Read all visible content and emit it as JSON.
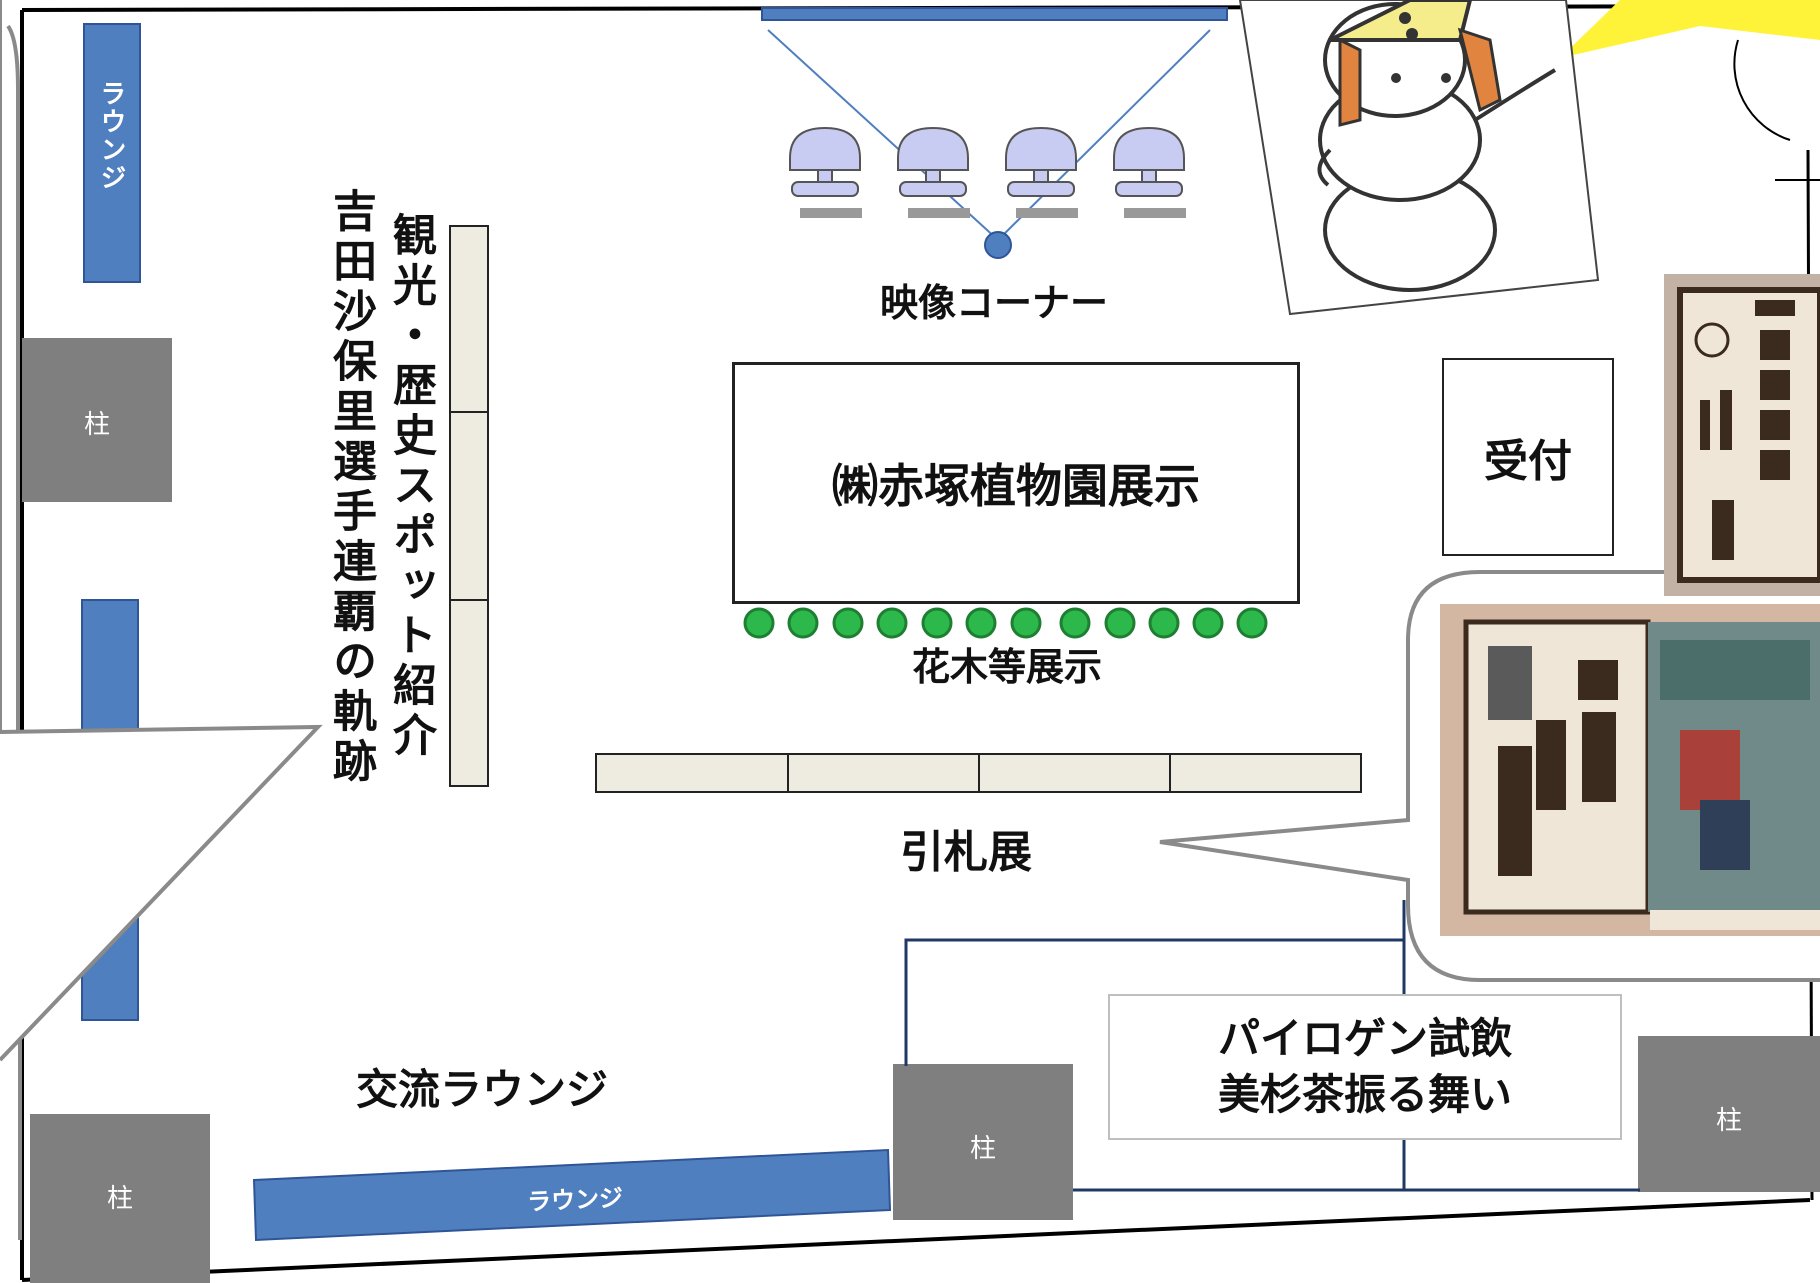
{
  "labels": {
    "lounge_left_top": "ラウンジ",
    "lounge_bottom": "ラウンジ",
    "pillar": "柱",
    "video_corner": "映像コーナー",
    "akatsuka": "㈱赤塚植物園展示",
    "flowers": "花木等展示",
    "reception": "受付",
    "hikifuda": "引札展",
    "tourism": "観光・歴史スポット紹介",
    "yoshida": "吉田沙保里選手連覇の軌跡",
    "exchange_lounge": "交流ラウンジ",
    "pyrogen_line1": "パイロゲン試飲",
    "pyrogen_line2": "美杉茶振る舞い"
  },
  "colors": {
    "lounge_blue": "#4f7fbf",
    "pillar_gray": "#7f7f7f",
    "panel_beige": "#eeece1",
    "plant_green": "#2db84b",
    "callout_yellow": "#fff33a"
  },
  "icons": [
    "mascot-illustration",
    "woodblock-print",
    "signboard-print",
    "chair-icon",
    "camera-icon",
    "plant-icon"
  ]
}
